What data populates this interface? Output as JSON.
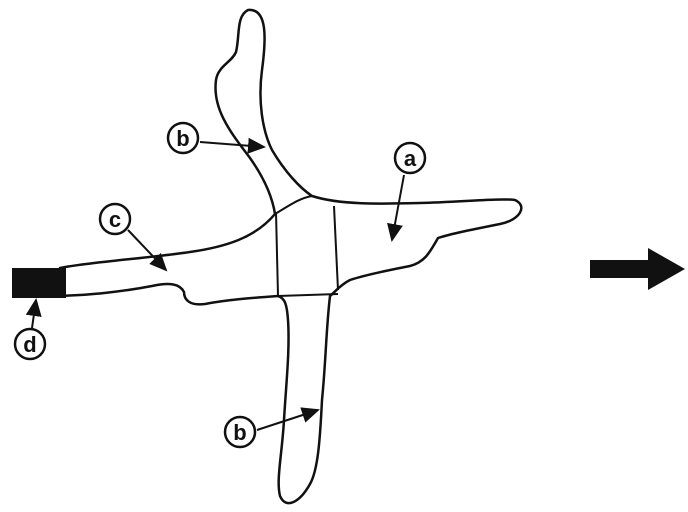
{
  "colors": {
    "ink": "#111111",
    "background": "#ffffff"
  },
  "labels": {
    "a": "a",
    "b_upper": "b",
    "b_lower": "b",
    "c": "c",
    "d": "d"
  },
  "icons": {
    "right_arrow": "right-arrow-icon"
  }
}
